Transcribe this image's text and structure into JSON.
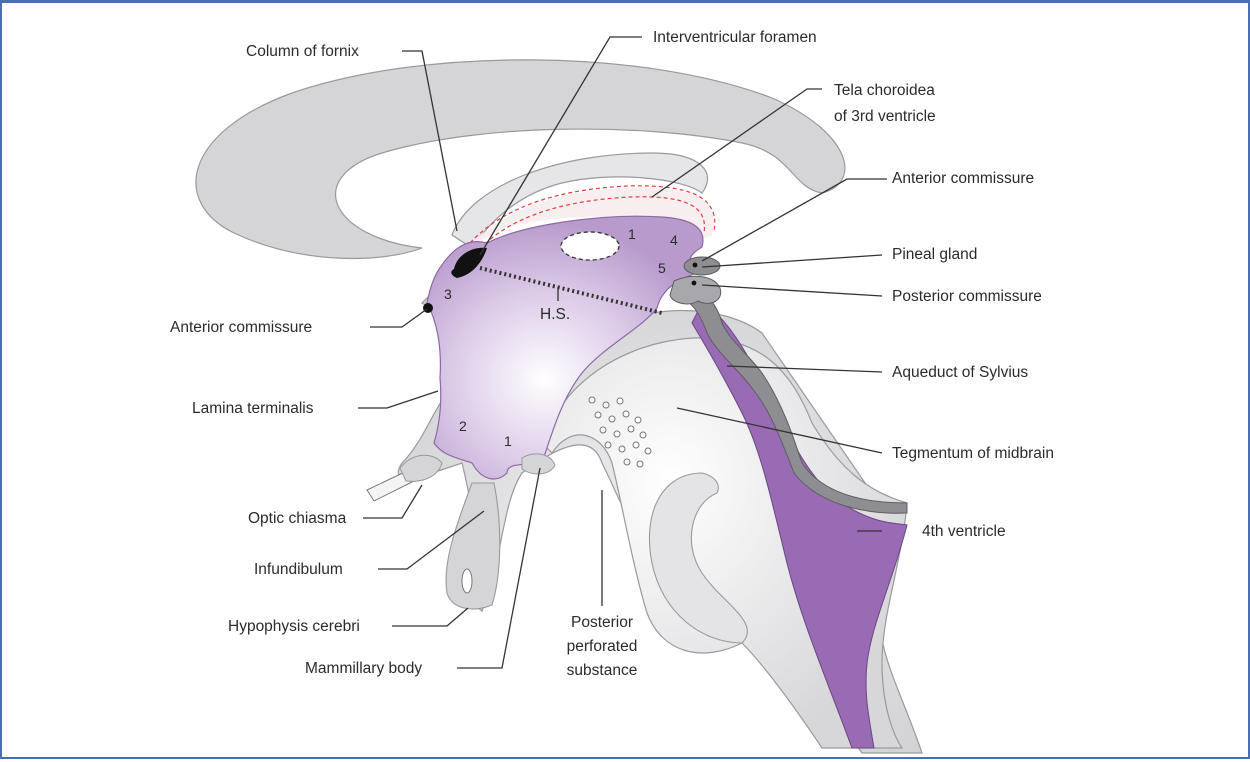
{
  "diagram": {
    "colors": {
      "frame": "#4a6fb5",
      "brain_tissue": "#d9d9dc",
      "ventricle": "#b89bcc",
      "ventricle_dark": "#9a6bb5",
      "midbrain": "#efefef",
      "commissure": "#111111",
      "tela_dashes": "#e04040"
    },
    "labels": {
      "column_of_fornix": "Column of fornix",
      "interventricular_foramen": "Interventricular foramen",
      "tela_choroidea_1": "Tela choroidea",
      "tela_choroidea_2": "of 3rd ventricle",
      "anterior_commissure_top": "Anterior commissure",
      "pineal_gland": "Pineal gland",
      "posterior_commissure": "Posterior commissure",
      "anterior_commissure_left": "Anterior commissure",
      "aqueduct_of_sylvius": "Aqueduct of Sylvius",
      "lamina_terminalis": "Lamina terminalis",
      "tegmentum_of_midbrain": "Tegmentum of midbrain",
      "optic_chiasma": "Optic chiasma",
      "fourth_ventricle": "4th ventricle",
      "infundibulum": "Infundibulum",
      "hypophysis_cerebri": "Hypophysis cerebri",
      "mammillary_body": "Mammillary body",
      "posterior_perforated_1": "Posterior",
      "posterior_perforated_2": "perforated",
      "posterior_perforated_3": "substance",
      "hs": "H.S."
    },
    "recess_numbers": {
      "n1_top": "1",
      "n4": "4",
      "n5": "5",
      "n3": "3",
      "n2": "2",
      "n1_bottom": "1"
    }
  }
}
